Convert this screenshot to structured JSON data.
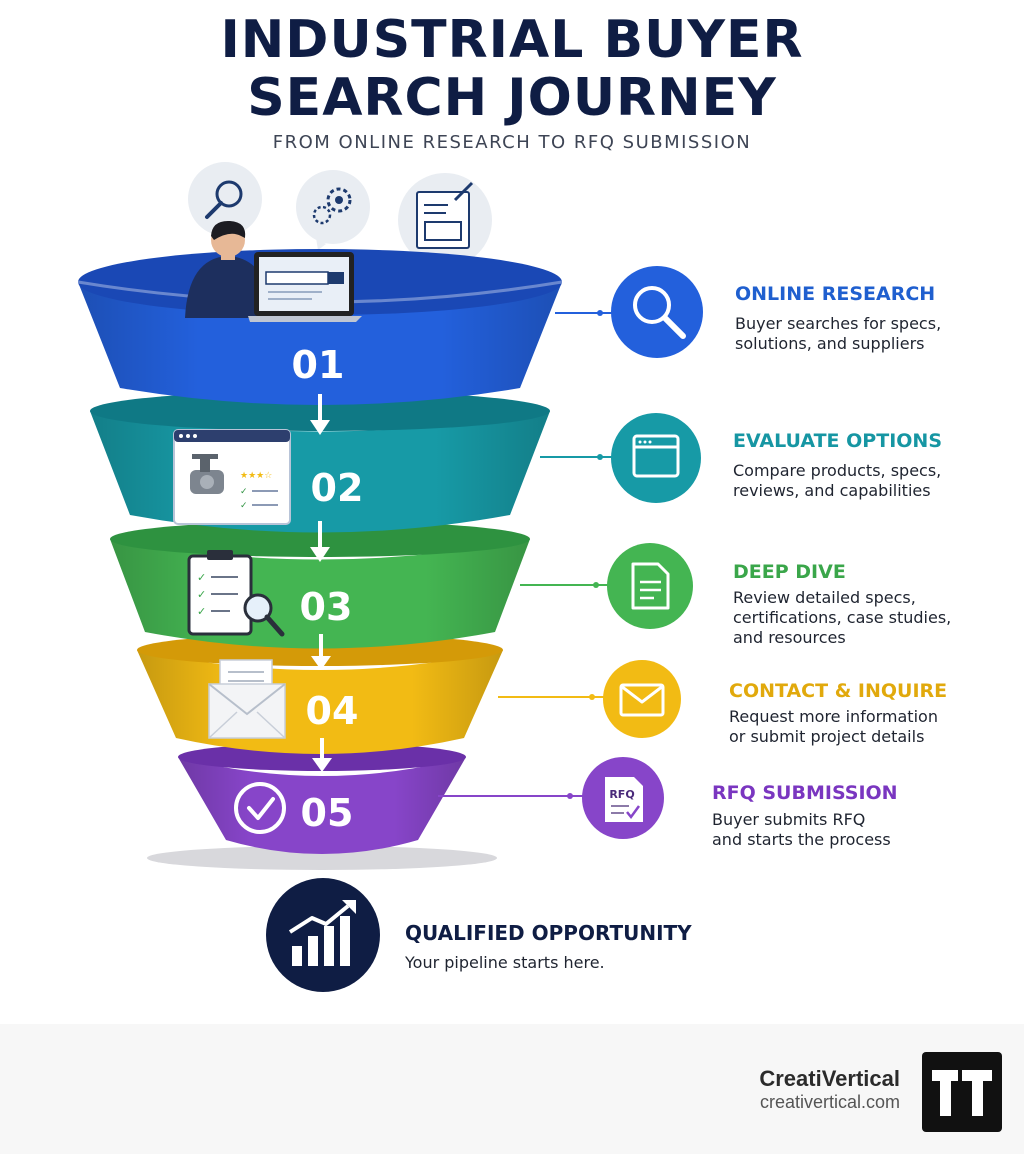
{
  "title_line1": "INDUSTRIAL BUYER",
  "title_line2": "SEARCH JOURNEY",
  "subtitle": "FROM ONLINE RESEARCH TO RFQ SUBMISSION",
  "steps": [
    {
      "number": "01",
      "title": "ONLINE RESEARCH",
      "desc": "Buyer searches for specs,\nsolutions, and suppliers",
      "color": "#2360dc",
      "dark": "#1a48b5",
      "text_color": "#1f5fcf",
      "icon": "magnifier-icon"
    },
    {
      "number": "02",
      "title": "EVALUATE OPTIONS",
      "desc": "Compare products, specs,\nreviews, and capabilities",
      "color": "#179aa6",
      "dark": "#0f7985",
      "text_color": "#1696a3",
      "icon": "browser-window-icon"
    },
    {
      "number": "03",
      "title": "DEEP DIVE",
      "desc": "Review detailed specs,\ncertifications, case studies,\nand resources",
      "color": "#44b552",
      "dark": "#2e9240",
      "text_color": "#3aa64a",
      "icon": "document-icon"
    },
    {
      "number": "04",
      "title": "CONTACT & INQUIRE",
      "desc": "Request more information\nor submit project details",
      "color": "#f2bb14",
      "dark": "#d49a08",
      "text_color": "#e1a90c",
      "icon": "envelope-icon"
    },
    {
      "number": "05",
      "title": "RFQ SUBMISSION",
      "desc": "Buyer submits RFQ\nand starts the process",
      "color": "#8745c9",
      "dark": "#6a30a8",
      "text_color": "#7a36c0",
      "icon": "rfq-document-icon"
    }
  ],
  "rfq_label": "RFQ",
  "final": {
    "title": "QUALIFIED OPPORTUNITY",
    "desc": "Your pipeline starts here.",
    "color": "#0f1d44",
    "icon": "growth-chart-icon"
  },
  "brand": {
    "name": "CreatiVertical",
    "url": "creativertical.com",
    "icon": "creativertical-logo-icon"
  }
}
